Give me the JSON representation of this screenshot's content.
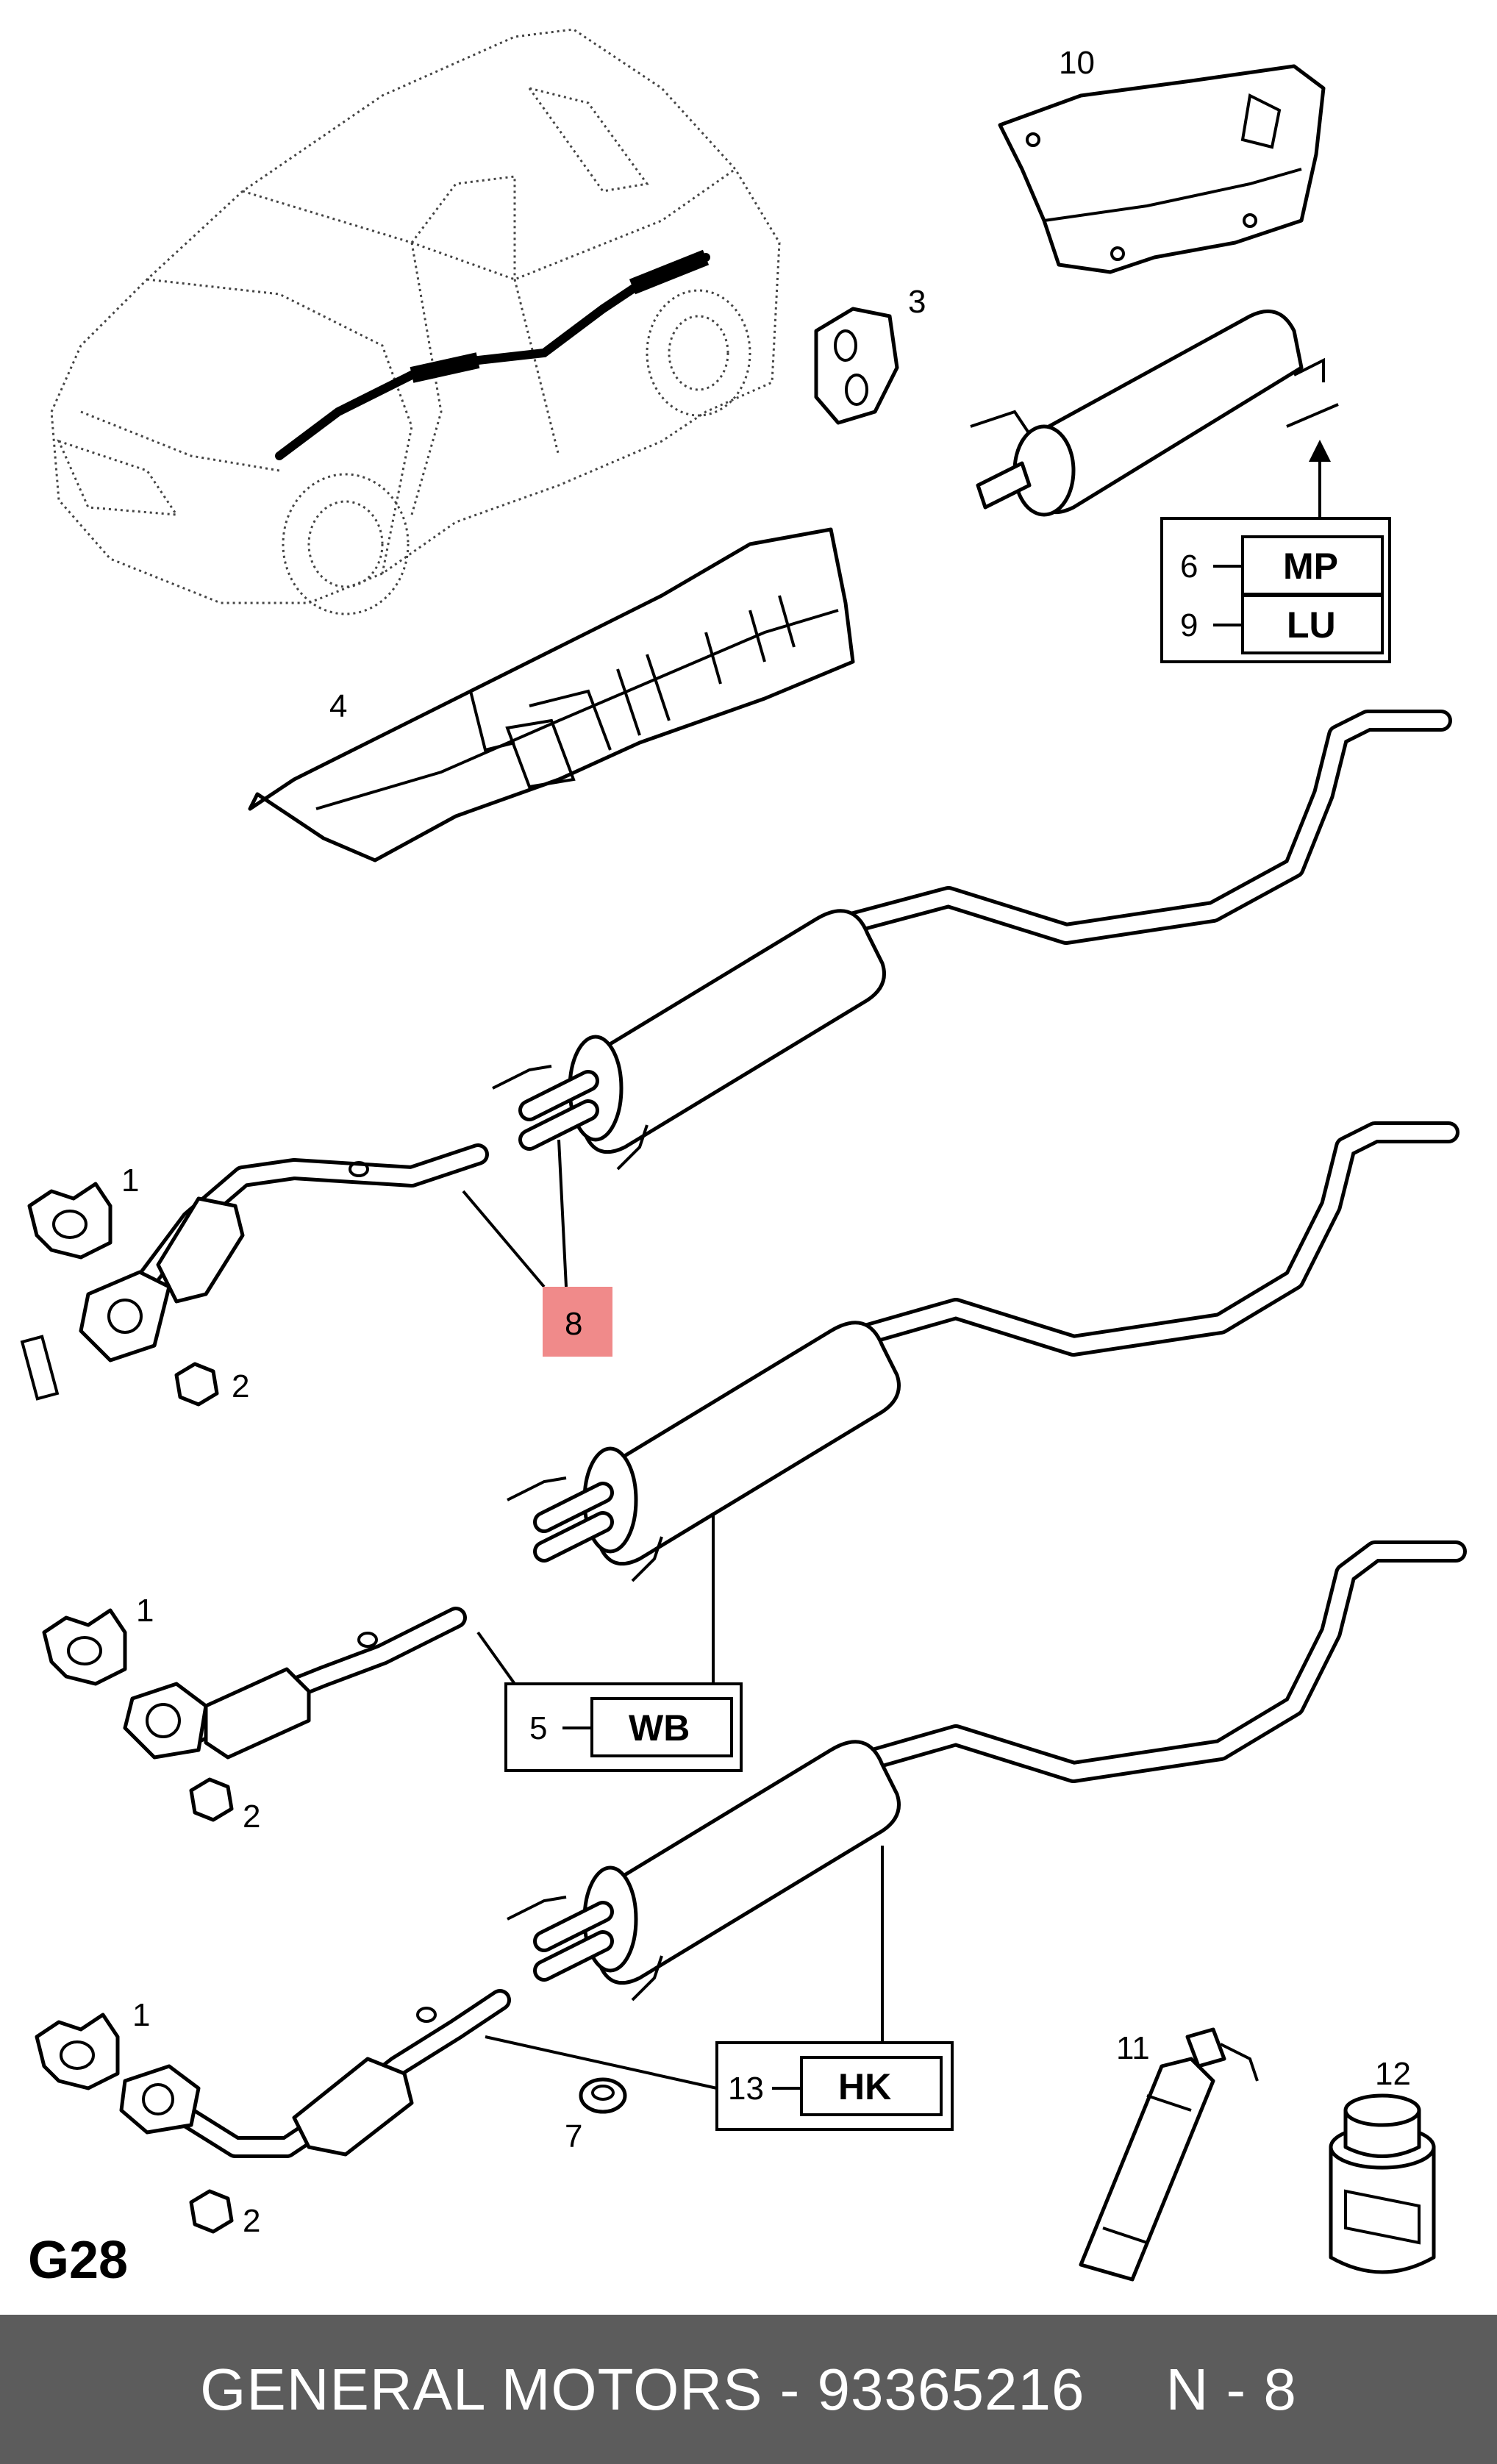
{
  "diagram_tag": "G28",
  "callouts": {
    "c1a": "1",
    "c2a": "2",
    "c1b": "1",
    "c2b": "2",
    "c1c": "1",
    "c2c": "2",
    "c3": "3",
    "c4": "4",
    "c7": "7",
    "c10": "10",
    "c11": "11",
    "c12": "12"
  },
  "variant_boxes": {
    "mp": {
      "num": "6",
      "code": "MP"
    },
    "lu": {
      "num": "9",
      "code": "LU"
    },
    "wb": {
      "num": "5",
      "code": "WB"
    },
    "hk": {
      "num": "13",
      "code": "HK"
    }
  },
  "highlight_callout": {
    "label": "8",
    "color": "#f08a8a"
  },
  "footer": {
    "brand_part": "GENERAL MOTORS - 93365216",
    "position": "N - 8",
    "background": "#5c5c5c"
  }
}
